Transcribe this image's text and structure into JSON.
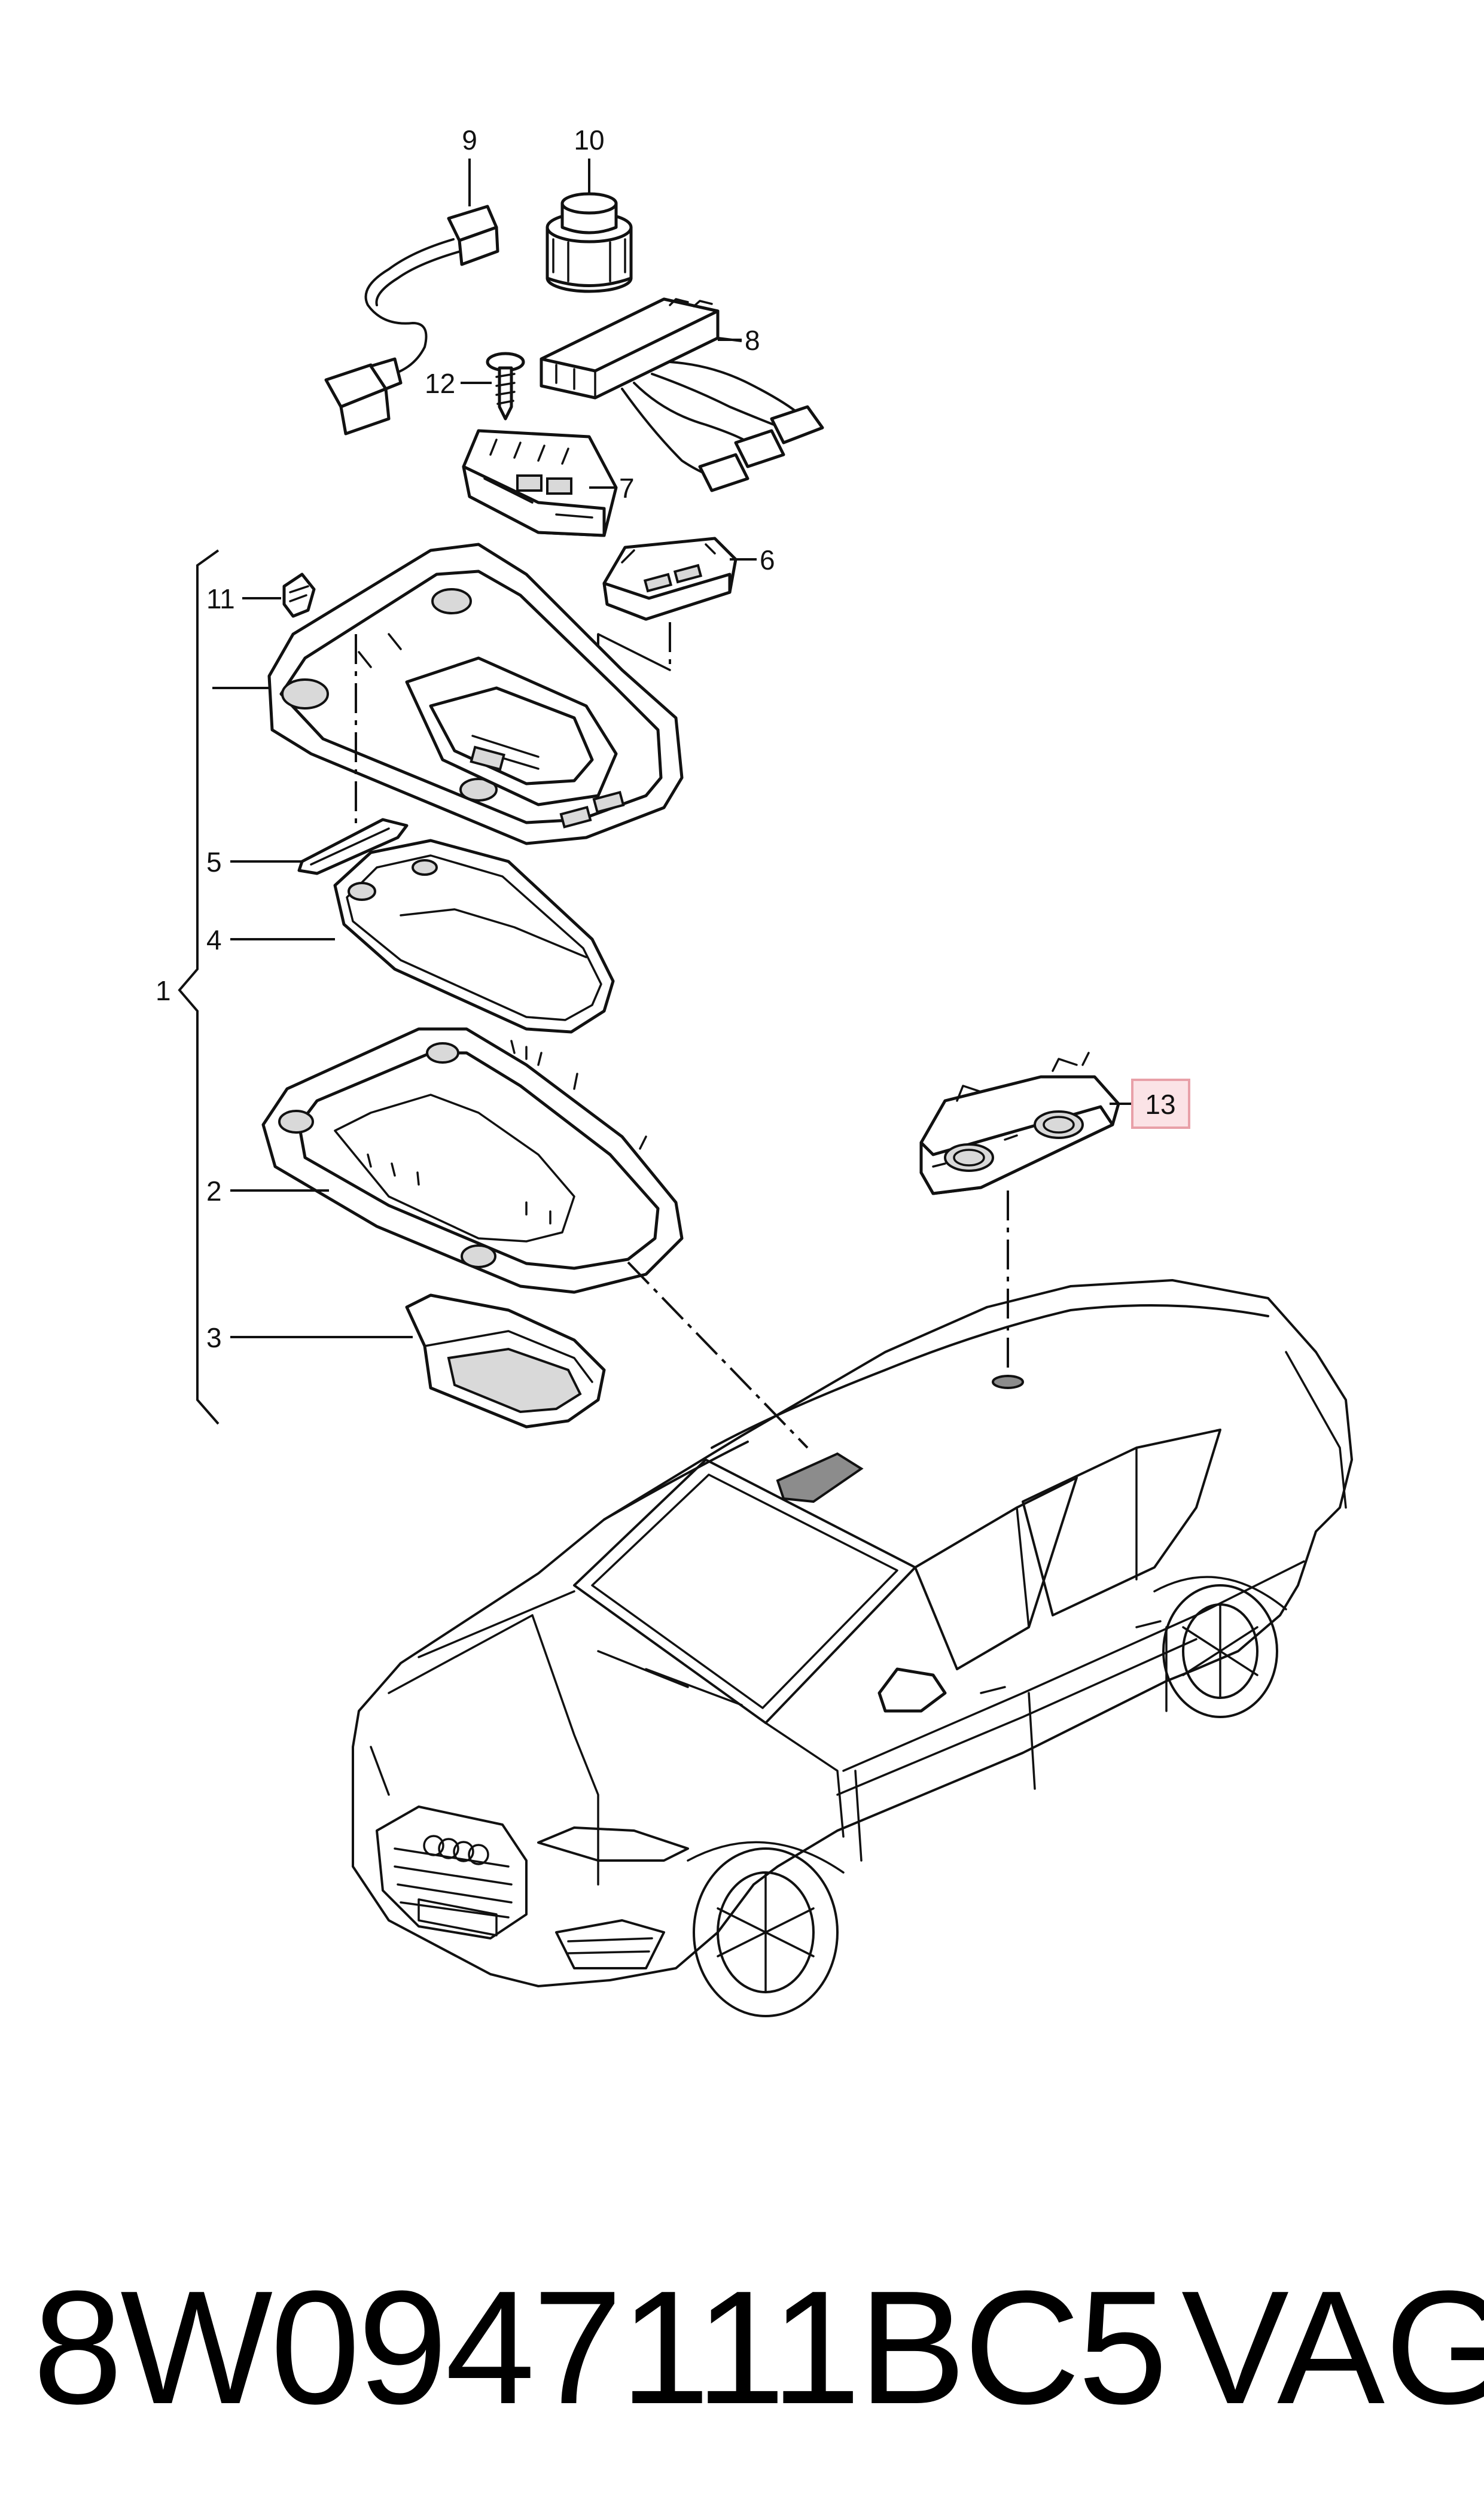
{
  "diagram": {
    "callouts": [
      {
        "id": "1",
        "label": "1"
      },
      {
        "id": "2",
        "label": "2"
      },
      {
        "id": "3",
        "label": "3"
      },
      {
        "id": "4",
        "label": "4"
      },
      {
        "id": "5",
        "label": "5"
      },
      {
        "id": "6",
        "label": "6"
      },
      {
        "id": "7",
        "label": "7"
      },
      {
        "id": "8",
        "label": "8"
      },
      {
        "id": "9",
        "label": "9"
      },
      {
        "id": "10",
        "label": "10"
      },
      {
        "id": "11",
        "label": "11"
      },
      {
        "id": "12",
        "label": "12"
      },
      {
        "id": "13",
        "label": "13",
        "highlighted": true
      }
    ],
    "highlight_color": "#e8a0a8",
    "highlight_fill": "#fbe3e6"
  },
  "footer": {
    "part_number": "8W0947111BC5",
    "brand": "VAG"
  }
}
